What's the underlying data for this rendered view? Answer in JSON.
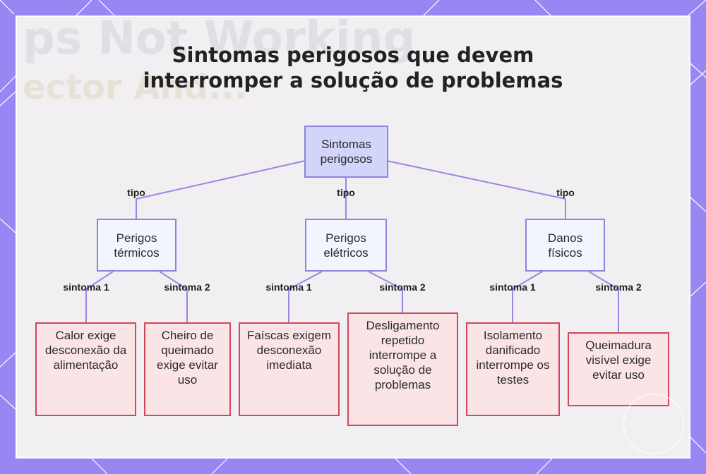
{
  "title": {
    "line1": "Sintomas perigosos que devem",
    "line2": "interromper a solução de problemas"
  },
  "background_text": {
    "line1": "ps Not Working",
    "line2": "ector And..."
  },
  "root": {
    "label": "Sintomas perigosos"
  },
  "edge_labels": {
    "type": "tipo",
    "symptom1": "sintoma 1",
    "symptom2": "sintoma 2"
  },
  "categories": [
    {
      "label": "Perigos térmicos",
      "symptoms": [
        "Calor exige desconexão da alimentação",
        "Cheiro de queimado exige evitar uso"
      ]
    },
    {
      "label": "Perigos elétricos",
      "symptoms": [
        "Faíscas exigem desconexão imediata",
        "Desligamento repetido interrompe a solução de problemas"
      ]
    },
    {
      "label": "Danos físicos",
      "symptoms": [
        "Isolamento danificado interrompe os testes",
        "Queimadura visível exige evitar uso"
      ]
    }
  ],
  "colors": {
    "frame": "#9a86f2",
    "root_fill": "#d3d4fa",
    "category_fill": "#f3f5fe",
    "symptom_fill": "#fbe4e6",
    "symptom_border": "#d1475c",
    "connector": "#9b86e6"
  }
}
